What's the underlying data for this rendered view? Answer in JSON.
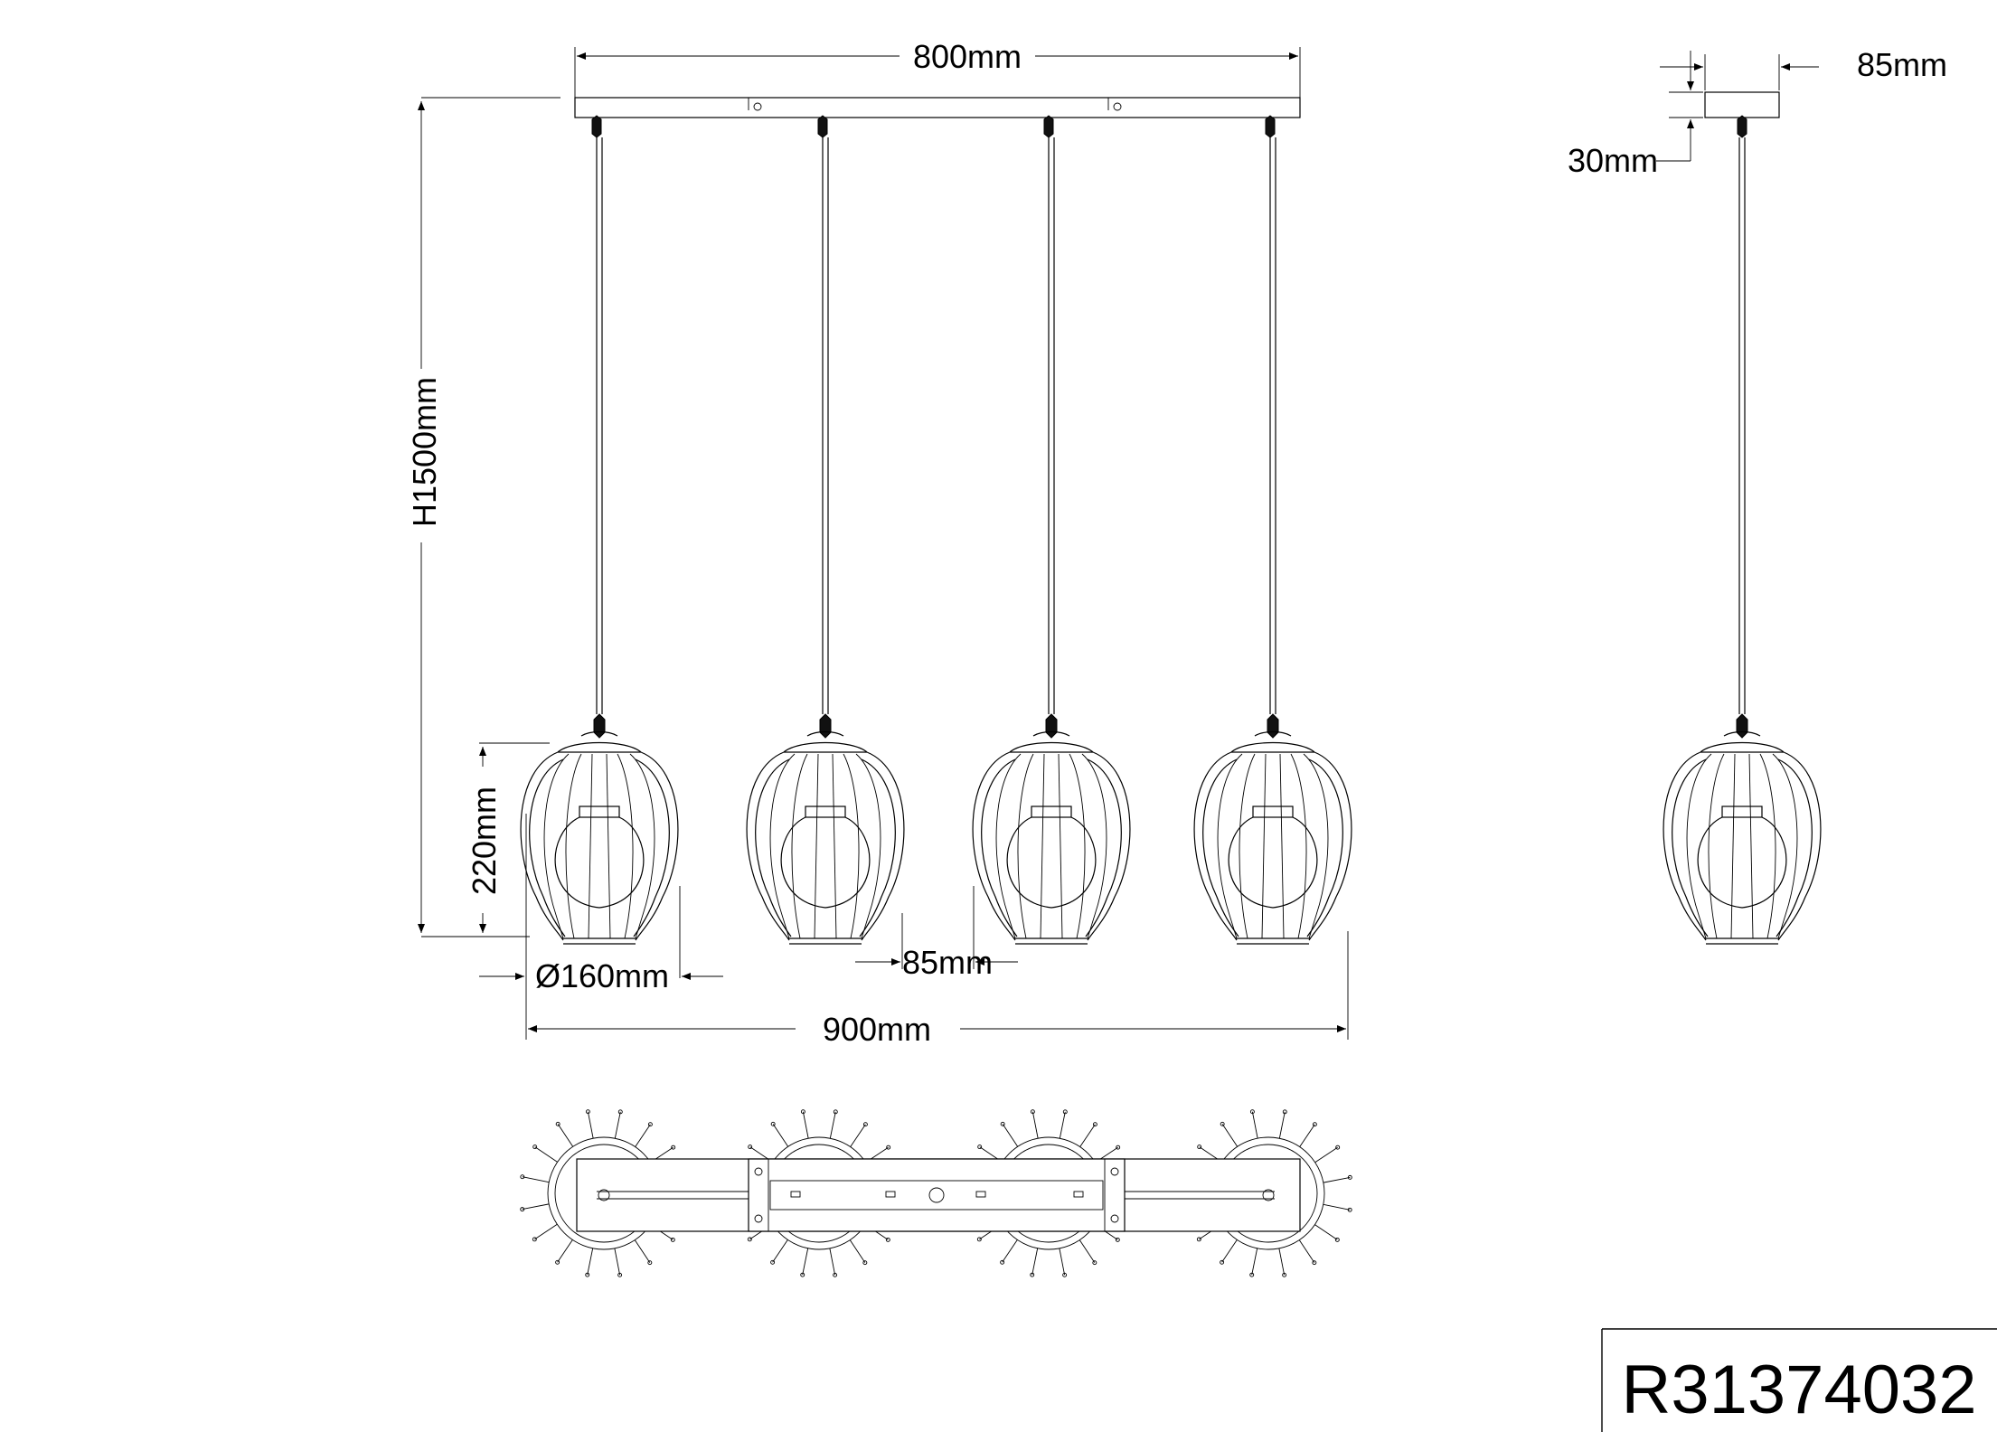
{
  "dimensions": {
    "canopy_length": "800mm",
    "canopy_width": "85mm",
    "canopy_height": "30mm",
    "total_height": "H1500mm",
    "shade_height": "220mm",
    "shade_diameter": "Ø160mm",
    "shade_spacing": "85mm",
    "total_width": "900mm"
  },
  "product_code": "R31374032"
}
